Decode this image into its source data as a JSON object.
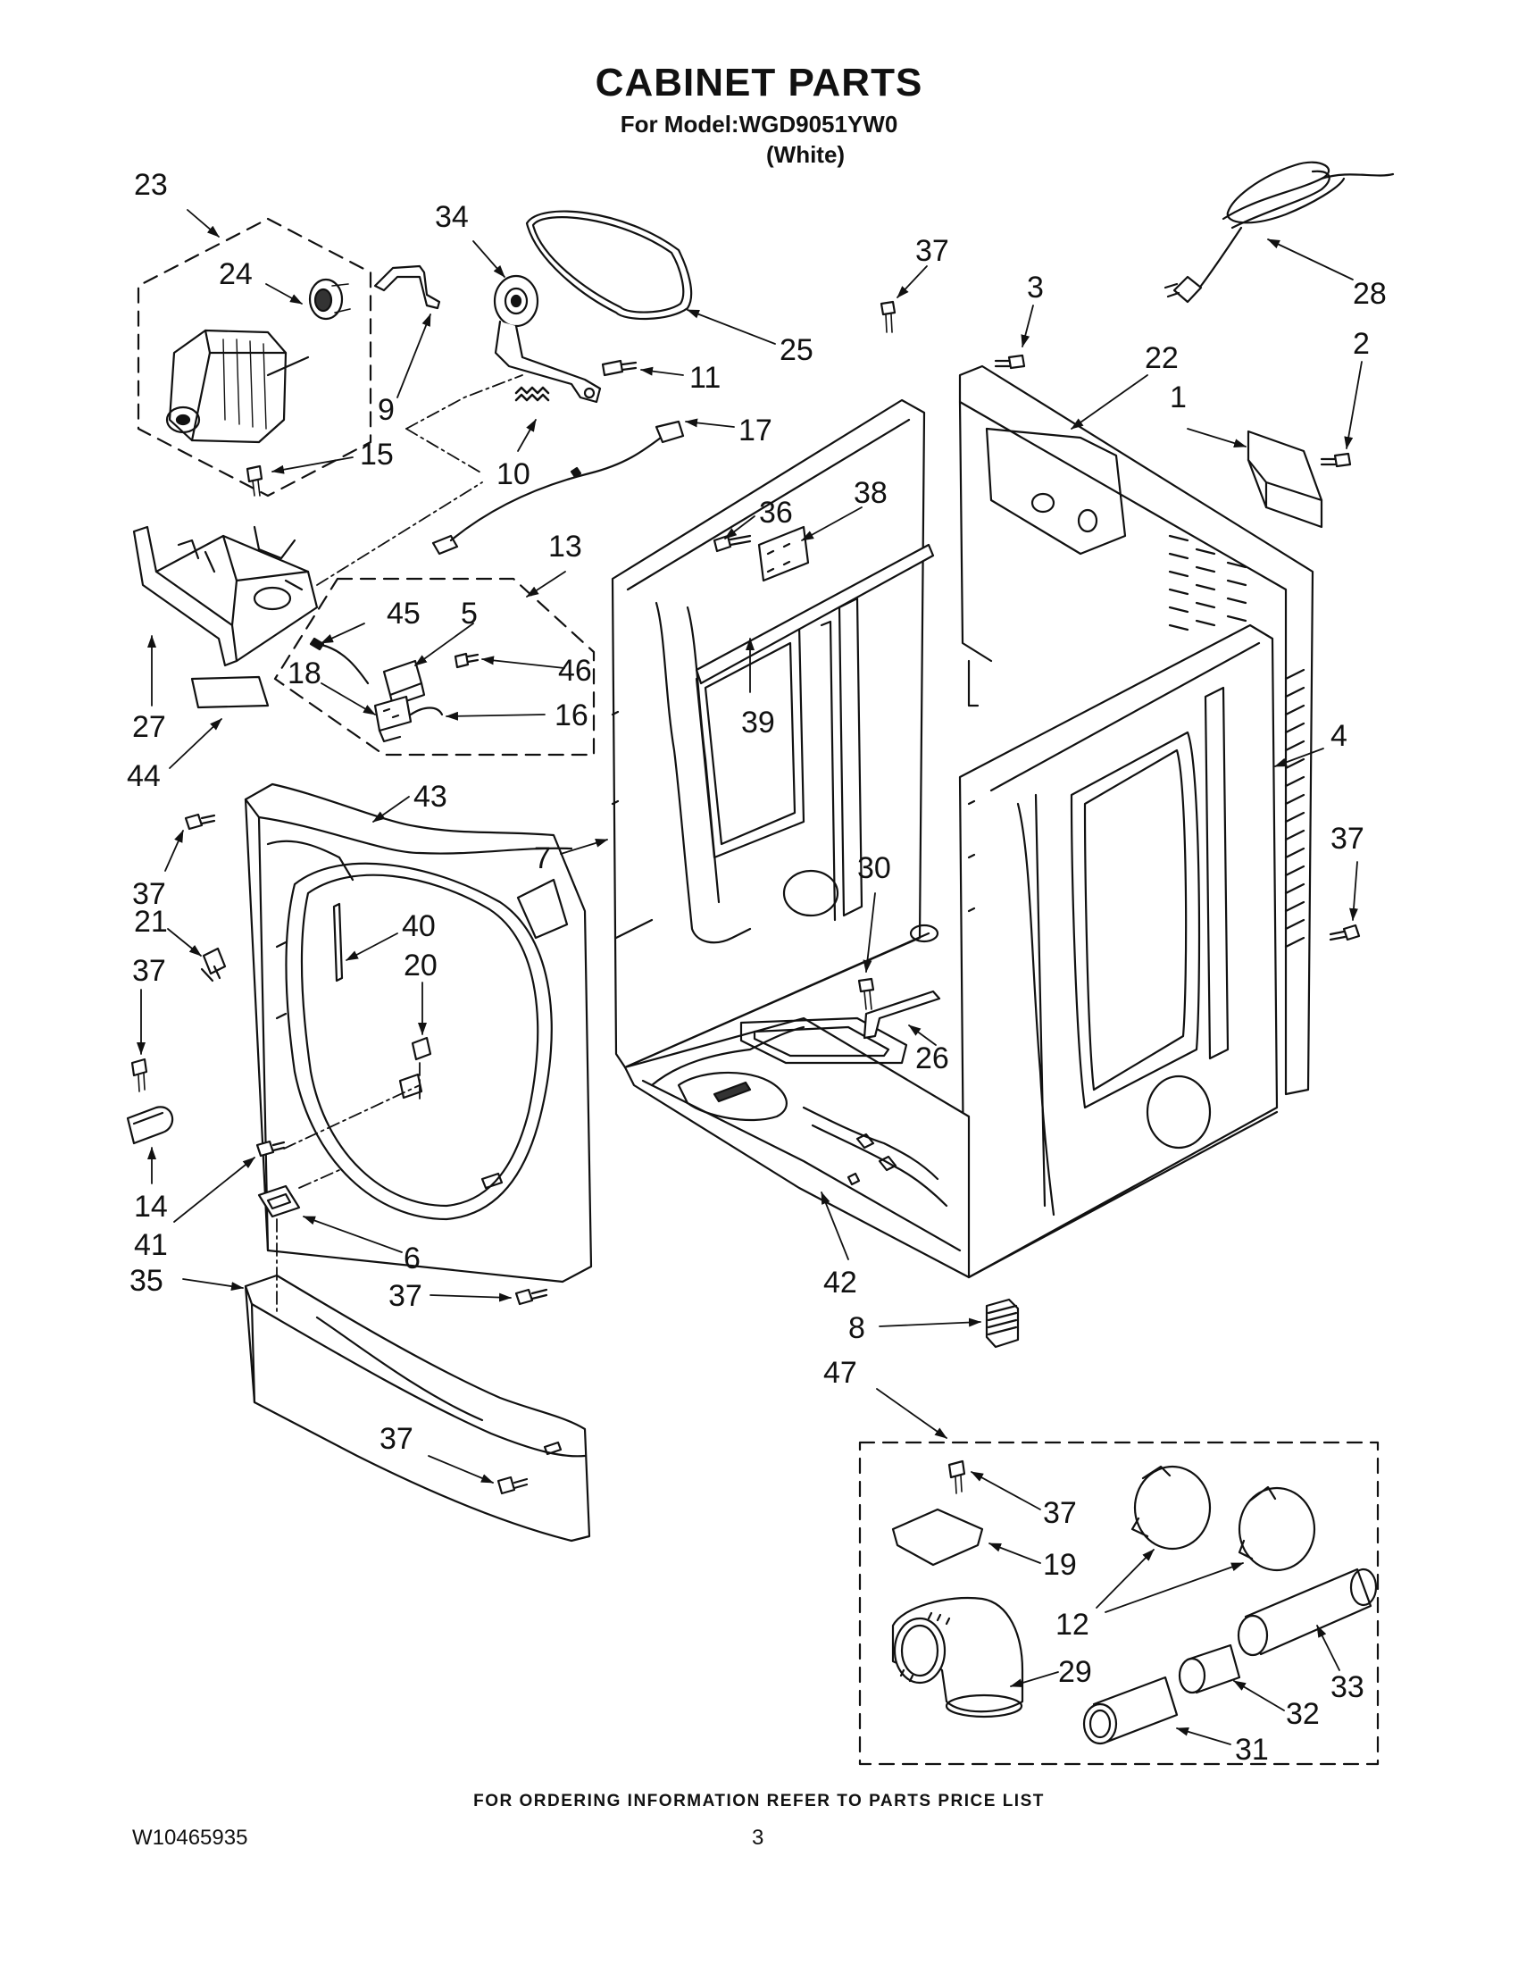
{
  "header": {
    "title": "CABINET PARTS",
    "model_line": "For Model:WGD9051YW0",
    "color_line": "(White)"
  },
  "footer": {
    "ordering_note": "FOR ORDERING INFORMATION REFER TO PARTS PRICE LIST",
    "document_number": "W10465935",
    "page_number": "3"
  },
  "callouts": {
    "c1": "1",
    "c2": "2",
    "c3": "3",
    "c4": "4",
    "c5": "5",
    "c6": "6",
    "c7": "7",
    "c8": "8",
    "c9": "9",
    "c10": "10",
    "c11": "11",
    "c12": "12",
    "c13": "13",
    "c14": "14",
    "c15": "15",
    "c16": "16",
    "c17": "17",
    "c18": "18",
    "c19": "19",
    "c20": "20",
    "c21": "21",
    "c22": "22",
    "c23": "23",
    "c24": "24",
    "c25": "25",
    "c26": "26",
    "c27": "27",
    "c28": "28",
    "c29": "29",
    "c30": "30",
    "c31": "31",
    "c32": "32",
    "c33": "33",
    "c34": "34",
    "c35": "35",
    "c36": "36",
    "c37": "37",
    "c38": "38",
    "c39": "39",
    "c40": "40",
    "c41": "41",
    "c42": "42",
    "c43": "43",
    "c44": "44",
    "c45": "45",
    "c46": "46",
    "c47": "47"
  }
}
